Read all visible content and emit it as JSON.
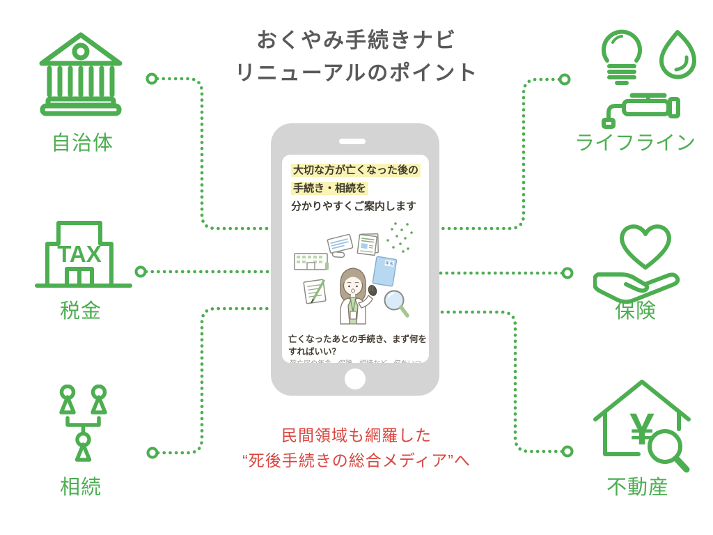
{
  "title": {
    "line1": "おくやみ手続きナビ",
    "line2": "リニューアルのポイント"
  },
  "categories": {
    "municipality": {
      "label": "自治体",
      "icon": "government-building-icon"
    },
    "tax": {
      "label": "税金",
      "building_sign": "TAX",
      "icon": "tax-office-icon"
    },
    "inheritance": {
      "label": "相続",
      "icon": "family-tree-icon"
    },
    "lifeline": {
      "label": "ライフライン",
      "icon": "bulb-flame-faucet-icon"
    },
    "insurance": {
      "label": "保険",
      "icon": "heart-in-hand-icon"
    },
    "real_estate": {
      "label": "不動産",
      "yen_symbol": "¥",
      "icon": "house-yen-magnifier-icon"
    }
  },
  "phone": {
    "headline": {
      "line1": "大切な方が亡くなった後の",
      "line2": "手続き・相続を",
      "line3": "分かりやすくご案内します"
    },
    "illustration": {
      "book_label": "年金"
    },
    "question": {
      "line1": "亡くなったあとの手続き、まず何を",
      "line2": "すればいい？"
    },
    "preview_text": "死亡届や年金、保険、相続など、何をいつ"
  },
  "footer": {
    "line1": "民間領域も網羅した",
    "line2": "“死後手続きの総合メディア”へ"
  },
  "colors": {
    "green": "#4cae50",
    "red": "#d9463f",
    "title_gray": "#595959",
    "phone_body": "#d4d4d4",
    "highlight_yellow": "#f9f3b4"
  }
}
